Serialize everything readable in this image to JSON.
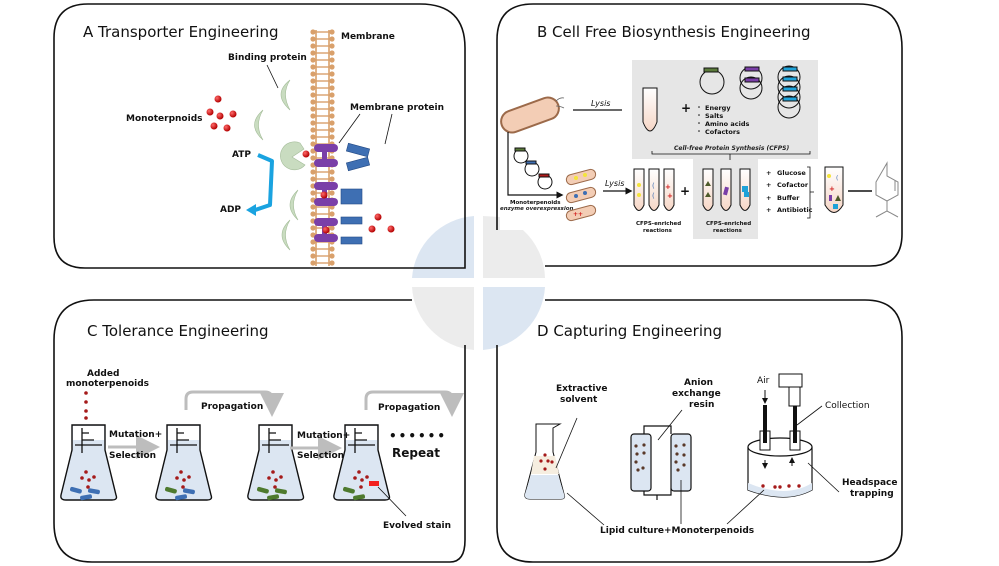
{
  "figure": {
    "panels": {
      "A": {
        "title": "A Transporter Engineering",
        "labels": {
          "membrane": "Membrane",
          "binding_protein": "Binding protein",
          "monoterpenoids": "Monoterpnoids",
          "membrane_protein": "Membrane protein",
          "atp": "ATP",
          "adp": "ADP"
        }
      },
      "B": {
        "title": "B Cell Free Biosynthesis Engineering",
        "labels": {
          "lysis_top": "Lysis",
          "lysis_bottom": "Lysis",
          "components": [
            "Energy",
            "Salts",
            "Amino acids",
            "Cofactors"
          ],
          "cfps": "Cell-free Protein Synthesis (CFPS)",
          "overexpression_1": "Monoterpenoids",
          "overexpression_2": "enzyme overexpression",
          "cfps_enriched_1a": "CFPS-enriched",
          "cfps_enriched_1b": "reactions",
          "cfps_enriched_2a": "CFPS-enriched",
          "cfps_enriched_2b": "reactions",
          "additives": [
            "Glucose",
            "Cofactor",
            "Buffer",
            "Antibiotic"
          ]
        }
      },
      "C": {
        "title": "C Tolerance Engineering",
        "labels": {
          "added_1": "Added",
          "added_2": "monoterpenoids",
          "mutation_1": "Mutation+",
          "selection_1": "Selection",
          "propagation_1": "Propagation",
          "mutation_2": "Mutation+",
          "selection_2": "Selection",
          "propagation_2": "Propagation",
          "dots": "••••••",
          "repeat": "Repeat",
          "evolved": "Evolved stain"
        }
      },
      "D": {
        "title": "D Capturing Engineering",
        "labels": {
          "extractive_1": "Extractive",
          "extractive_2": "solvent",
          "anion_1": "Anion",
          "anion_2": "exchange",
          "anion_3": "resin",
          "air": "Air",
          "collection": "Collection",
          "headspace_1": "Headspace",
          "headspace_2": "trapping",
          "lipid": "Lipid culture+Monoterpenoids"
        }
      }
    },
    "colors": {
      "quadrant_blue": "#dce6f2",
      "quadrant_gray": "#ececec",
      "membrane": "#d9a06b",
      "binding_protein": "#c9dcc0",
      "transporter_purple": "#7a3fa8",
      "membrane_protein_blue": "#3e6fb3",
      "monoterpenoid_red": "#d11a1a",
      "atp_arrow": "#1aa3e0",
      "cfps_box": "#e6e6e6"
    }
  }
}
